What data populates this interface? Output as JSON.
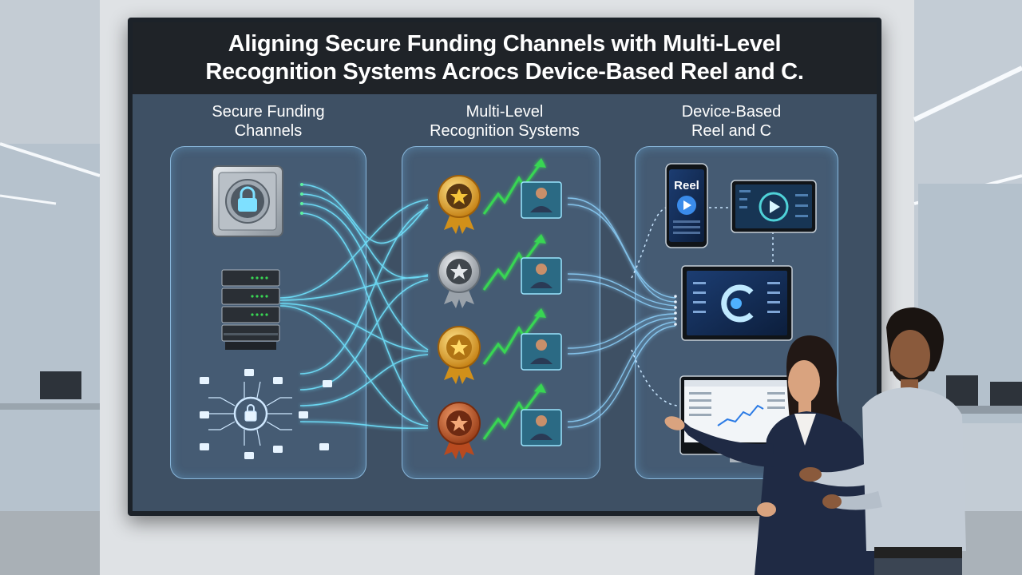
{
  "title": {
    "line1": "Aligning Secure Funding Channels with Multi-Level",
    "line2": "Recognition Systems Acrocs Device-Based Reel and C."
  },
  "columns": [
    {
      "line1": "Secure Funding",
      "line2": "Channels"
    },
    {
      "line1": "Multi-Level",
      "line2": "Recognition Systems"
    },
    {
      "line1": "Device-Based",
      "line2": "Reel and C"
    }
  ],
  "funding_icons": [
    "vault-lock-icon",
    "server-rack-icon",
    "lock-network-icon"
  ],
  "recognition_tiers": [
    {
      "medal": "gold-medal-icon",
      "color": "#e0a020"
    },
    {
      "medal": "silver-medal-icon",
      "color": "#b9bec6"
    },
    {
      "medal": "gold-medal-icon",
      "color": "#e6a72a"
    },
    {
      "medal": "bronze-medal-icon",
      "color": "#c75a2a"
    }
  ],
  "devices": {
    "phone_label": "Reel",
    "tablet": "tablet-play-icon",
    "monitor": "c-logo-icon",
    "desktop": "analytics-dashboard-icon"
  },
  "colors": {
    "screen_bg": "#3e5064",
    "title_bar": "#1f2328",
    "panel_border": "#a0d7ff",
    "glow_line": "#6fe4ff",
    "green_arrow": "#39d653"
  }
}
